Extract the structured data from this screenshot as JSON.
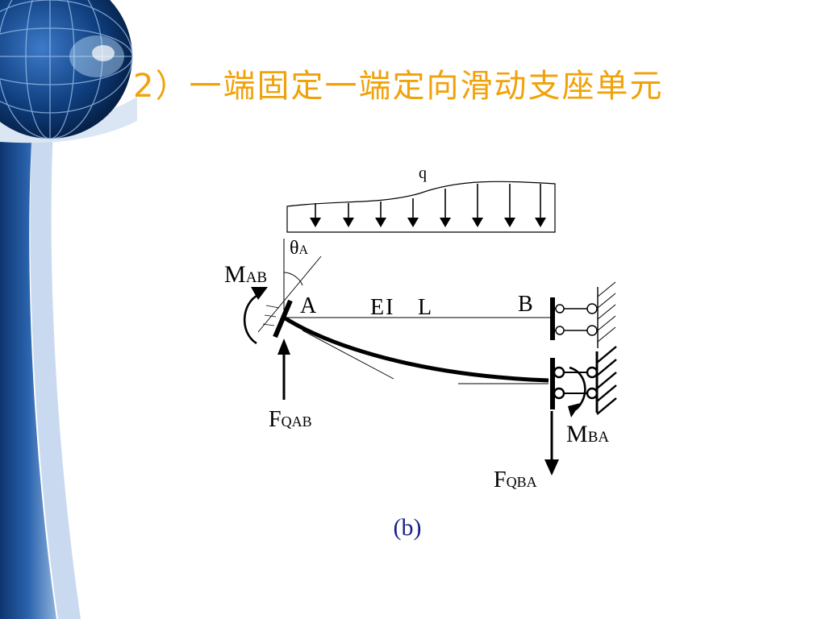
{
  "slide": {
    "title": "2）一端固定一端定向滑动支座单元",
    "caption": "(b)",
    "title_color": "#f0a20a",
    "caption_color": "#1a1f8c"
  },
  "diagram": {
    "load_label": "q",
    "theta_label": "θ",
    "theta_sub": "A",
    "mab_label": "M",
    "mab_sub": "AB",
    "node_a": "A",
    "node_b": "B",
    "stiffness_label": "EI",
    "length_label": "L",
    "fqab_label": "F",
    "fqab_sub": "QAB",
    "mba_label": "M",
    "mba_sub": "BA",
    "fqba_label": "F",
    "fqba_sub": "QBA"
  }
}
